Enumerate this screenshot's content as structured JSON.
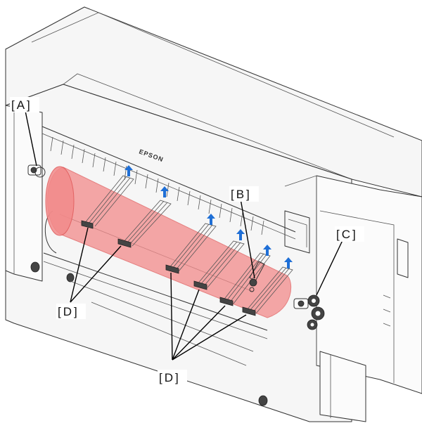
{
  "figure": {
    "brand_mark": "EPSON",
    "callouts": {
      "a": "[A]",
      "b": "[B]",
      "c": "[C]",
      "d_left": "[D]",
      "d_right": "[D]"
    }
  },
  "colors": {
    "roll_highlight": "#f28a8a",
    "roll_highlight_edge": "#e05858",
    "arrow_blue": "#1f6fd6",
    "outline": "#333333"
  }
}
